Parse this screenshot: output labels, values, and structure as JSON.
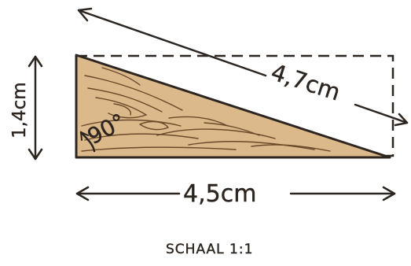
{
  "diagram": {
    "labels": {
      "height": "1,4cm",
      "hypotenuse": "4,7cm",
      "base": "4,5cm",
      "angle": "90°",
      "scale": "SCHAAL 1:1"
    },
    "colors": {
      "ink": "#2d2620",
      "wood_fill": "#dcb98a",
      "wood_grain": "#6b4a2c",
      "paper": "#ffffff"
    }
  }
}
